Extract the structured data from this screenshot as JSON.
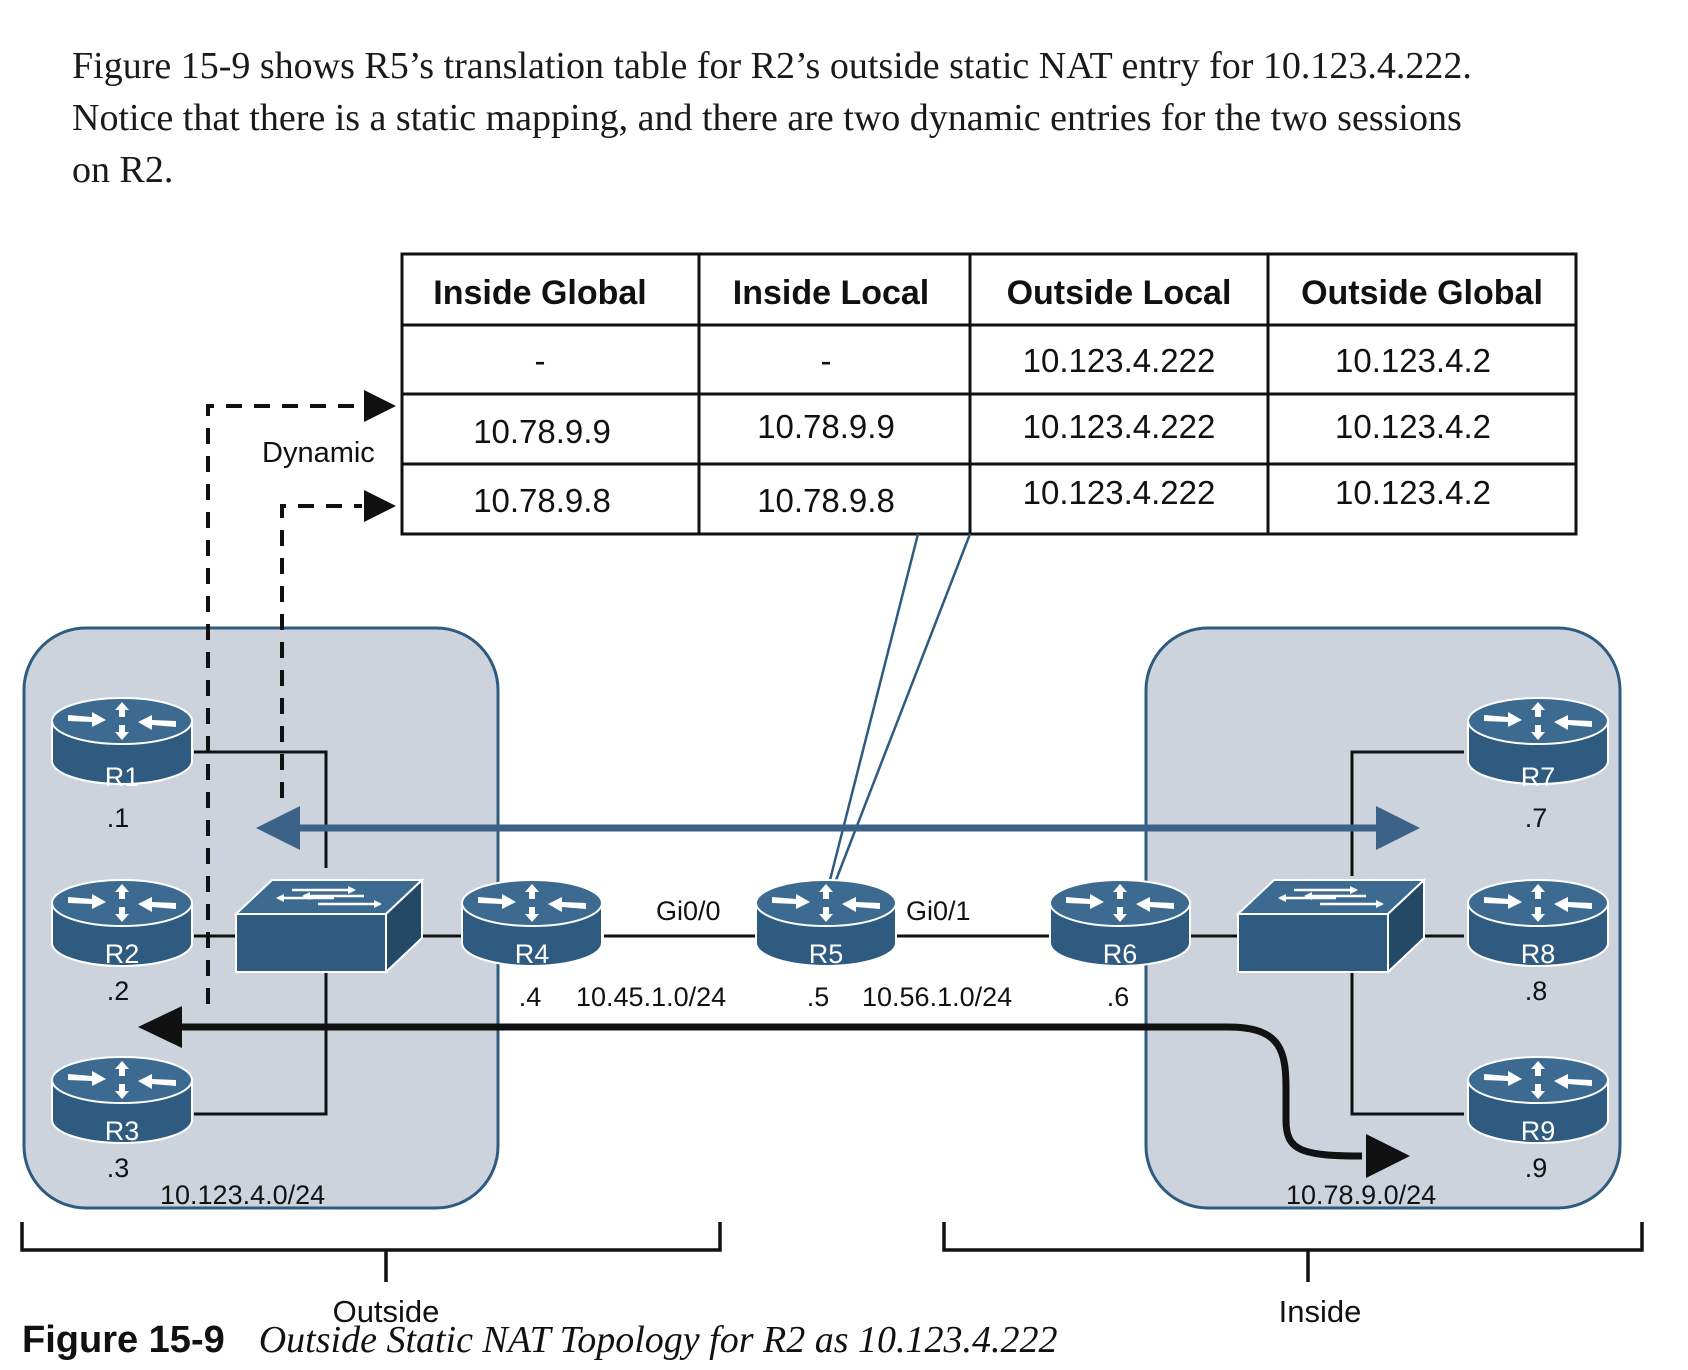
{
  "paragraph": {
    "line1": "Figure 15-9 shows R5’s translation table for R2’s outside static NAT entry for 10.123.4.222.",
    "line2": "Notice that there is a static mapping, and there are two dynamic entries for the two sessions",
    "line3": "on R2."
  },
  "nat_table": {
    "headers": [
      "Inside Global",
      "Inside Local",
      "Outside Local",
      "Outside Global"
    ],
    "rows": [
      [
        "-",
        "-",
        "10.123.4.222",
        "10.123.4.2"
      ],
      [
        "10.78.9.9",
        "10.78.9.9",
        "10.123.4.222",
        "10.123.4.2"
      ],
      [
        "10.78.9.8",
        "10.78.9.8",
        "10.123.4.222",
        "10.123.4.2"
      ]
    ]
  },
  "dynamic_label": "Dynamic",
  "routers": {
    "r1": {
      "name": "R1",
      "addr": ".1"
    },
    "r2": {
      "name": "R2",
      "addr": ".2"
    },
    "r3": {
      "name": "R3",
      "addr": ".3"
    },
    "r4": {
      "name": "R4",
      "addr": ".4"
    },
    "r5": {
      "name": "R5",
      "addr": ".5"
    },
    "r6": {
      "name": "R6",
      "addr": ".6"
    },
    "r7": {
      "name": "R7",
      "addr": ".7"
    },
    "r8": {
      "name": "R8",
      "addr": ".8"
    },
    "r9": {
      "name": "R9",
      "addr": ".9"
    }
  },
  "interfaces": {
    "gi00": "Gi0/0",
    "gi01": "Gi0/1"
  },
  "networks": {
    "outside_lan": "10.123.4.0/24",
    "inside_lan": "10.78.9.0/24",
    "link_45": "10.45.1.0/24",
    "link_56": "10.56.1.0/24"
  },
  "zones": {
    "outside": "Outside",
    "inside": "Inside"
  },
  "caption": {
    "number": "Figure 15-9",
    "title": "Outside Static NAT Topology for R2 as 10.123.4.222"
  },
  "colors": {
    "router_blue": "#2f5b80",
    "zone_fill": "#cdd3dc",
    "arrow_blue": "#3b6187",
    "line": "#1a1a1a"
  }
}
